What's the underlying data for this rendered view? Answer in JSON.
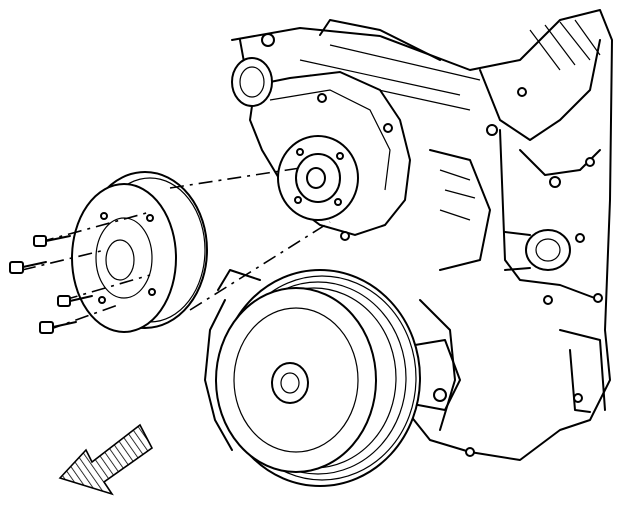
{
  "diagram": {
    "colors": {
      "line": "#000000",
      "background": "#ffffff"
    },
    "components": [
      {
        "id": "engine-block",
        "icon": "engine-block-drawing"
      },
      {
        "id": "water-pump",
        "icon": "water-pump-drawing"
      },
      {
        "id": "water-pump-pulley",
        "icon": "pulley-drawing"
      },
      {
        "id": "pulley-bolts",
        "icon": "bolt-drawing",
        "count": 4
      },
      {
        "id": "crankshaft-balancer",
        "icon": "balancer-drawing"
      },
      {
        "id": "direction-arrow",
        "icon": "hatched-arrow-icon"
      }
    ]
  }
}
